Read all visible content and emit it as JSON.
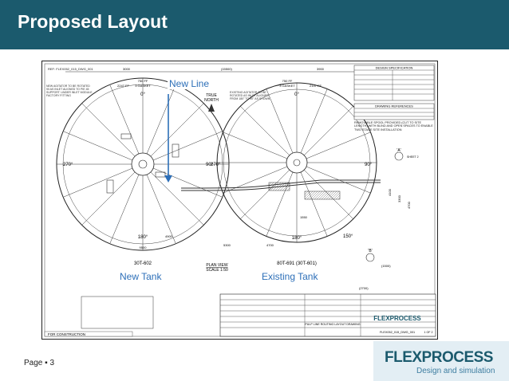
{
  "slide": {
    "title": "Proposed Layout",
    "page_label": "Page",
    "page_number": "3",
    "colors": {
      "header": "#1b5a6d",
      "callout": "#2d6fb8",
      "logo_bg": "#e3eef4"
    }
  },
  "callouts": {
    "new_line": "New Line",
    "new_tank": "New Tank",
    "existing_tank": "Existing Tank"
  },
  "drawing": {
    "ref": "REF: FLEX052_015_DWG_001",
    "dims_top": [
      "3000",
      "(15500)",
      "3900"
    ],
    "left_tank": {
      "elev": "750 FF",
      "gasket": "3 GASKET",
      "ff": "2247 FF",
      "angle_top": "0°",
      "angle_left": "270°",
      "angle_right": "90°",
      "angle_bottom": "180°",
      "dim_a": "9500",
      "dim_b": "4900",
      "dim_c": "5300",
      "id": "30T-602",
      "note": "NEW AGITATOR TO BE ROTATED 90 AS INLET ALIGNED TO PIE 45 SUPPORT. UNDER INLET MODULE FACTORY FITTING"
    },
    "right_tank": {
      "elev": "750 FF",
      "gasket": "3 GASKET",
      "ff": "2147 FF",
      "angle_top": "0°",
      "angle_right": "90°",
      "angle_left": "270°",
      "angle_bottom": "180°",
      "angle_150": "150°",
      "dim_a": "1550",
      "dim_b": "4700",
      "id": "80T-691 (30T-601)",
      "note": "EXISTING AGITATOR TO BE ROTATED AS INLET ALIGNED FROM 180° TO 90° AS SHOWN"
    },
    "true_north": [
      "TRUE",
      "NORTH"
    ],
    "plan_view": "PLAN VIEW",
    "scale": "SCALE 1:50",
    "design_spec_title": "DESIGN SPECIFICATION",
    "drawing_refs_title": "DRAWING REFERENCES",
    "spool_note": "REMOVABLE SPOOL PROVIDED (CUT TO SITE LENGTH) WITH BLIND AND OPEN SPACES TO ENABLE TWO STAGE SITE INSTALLATION",
    "section_a": "'A'",
    "section_b": "'B'",
    "sheet2": "SHEET 2",
    "dims_right": [
      "4100",
      "3300",
      "4700"
    ],
    "dim_bottom_right": "(2700)",
    "dim_small": "(1500)",
    "for_construction": "FOR CONSTRUCTION",
    "title_block": {
      "company": "FLEXPROCESS",
      "title": "PULP LINE ROUTING LAYOUT DRAWING",
      "dwg_no": "FLEX052_015_DWG_001",
      "sheet": "1 OF 2"
    }
  },
  "logo": {
    "name": "FLEXPROCESS",
    "tagline": "Design and simulation"
  }
}
